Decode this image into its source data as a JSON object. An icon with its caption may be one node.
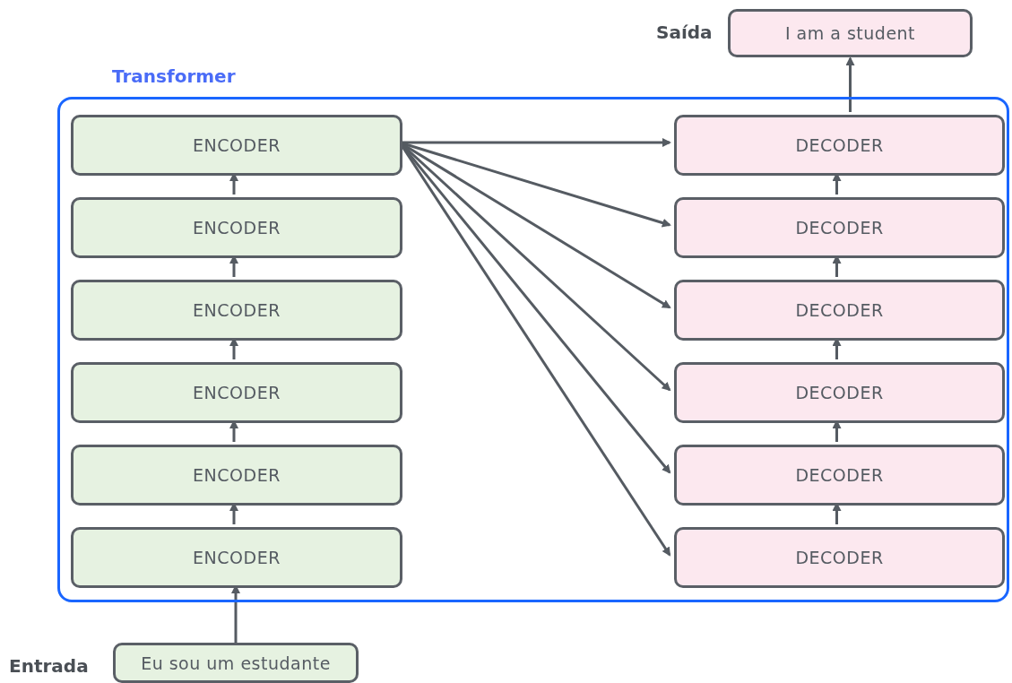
{
  "diagram": {
    "nodes": [
      {
        "text": [
          "I am a student"
        ],
        "beside": [
          "Saída"
        ]
      },
      {
        "text": [
          "Transformer"
        ]
      },
      {
        "text": [
          "ENCODER"
        ],
        "in": 1
      },
      {
        "text": [
          "ENCODER"
        ],
        "in": 1
      },
      {
        "text": [
          "ENCODER"
        ],
        "in": 1
      },
      {
        "text": [
          "ENCODER"
        ],
        "in": 1
      },
      {
        "text": [
          "ENCODER"
        ],
        "in": 1
      },
      {
        "text": [
          "ENCODER"
        ],
        "in": 1
      },
      {
        "text": [
          "DECODER"
        ],
        "in": 1
      },
      {
        "text": [
          "DECODER"
        ],
        "in": 1
      },
      {
        "text": [
          "DECODER"
        ],
        "in": 1
      },
      {
        "text": [
          "DECODER"
        ],
        "in": 1
      },
      {
        "text": [
          "DECODER"
        ],
        "in": 1
      },
      {
        "text": [
          "DECODER"
        ],
        "in": 1
      },
      {
        "text": [
          "Eu sou um estudante"
        ],
        "beside": [
          "Entrada"
        ]
      }
    ],
    "edges": [
      {
        "from": 14,
        "to": 7,
        "arrow": "to"
      },
      {
        "from": 7,
        "to": 6,
        "arrow": "to"
      },
      {
        "from": 6,
        "to": 5,
        "arrow": "to"
      },
      {
        "from": 5,
        "to": 4,
        "arrow": "to"
      },
      {
        "from": 4,
        "to": 3,
        "arrow": "to"
      },
      {
        "from": 3,
        "to": 2,
        "arrow": "to"
      },
      {
        "from": 2,
        "to": 8,
        "arrow": "to"
      },
      {
        "from": 2,
        "to": 9,
        "arrow": "to"
      },
      {
        "from": 2,
        "to": 10,
        "arrow": "to"
      },
      {
        "from": 2,
        "to": 11,
        "arrow": "to"
      },
      {
        "from": 2,
        "to": 12,
        "arrow": "to"
      },
      {
        "from": 2,
        "to": 13,
        "arrow": "to"
      },
      {
        "from": 13,
        "to": 12,
        "arrow": "to"
      },
      {
        "from": 12,
        "to": 11,
        "arrow": "to"
      },
      {
        "from": 11,
        "to": 10,
        "arrow": "to"
      },
      {
        "from": 10,
        "to": 9,
        "arrow": "to"
      },
      {
        "from": 9,
        "to": 8,
        "arrow": "to"
      },
      {
        "from": 8,
        "to": 0,
        "arrow": "to"
      }
    ]
  }
}
